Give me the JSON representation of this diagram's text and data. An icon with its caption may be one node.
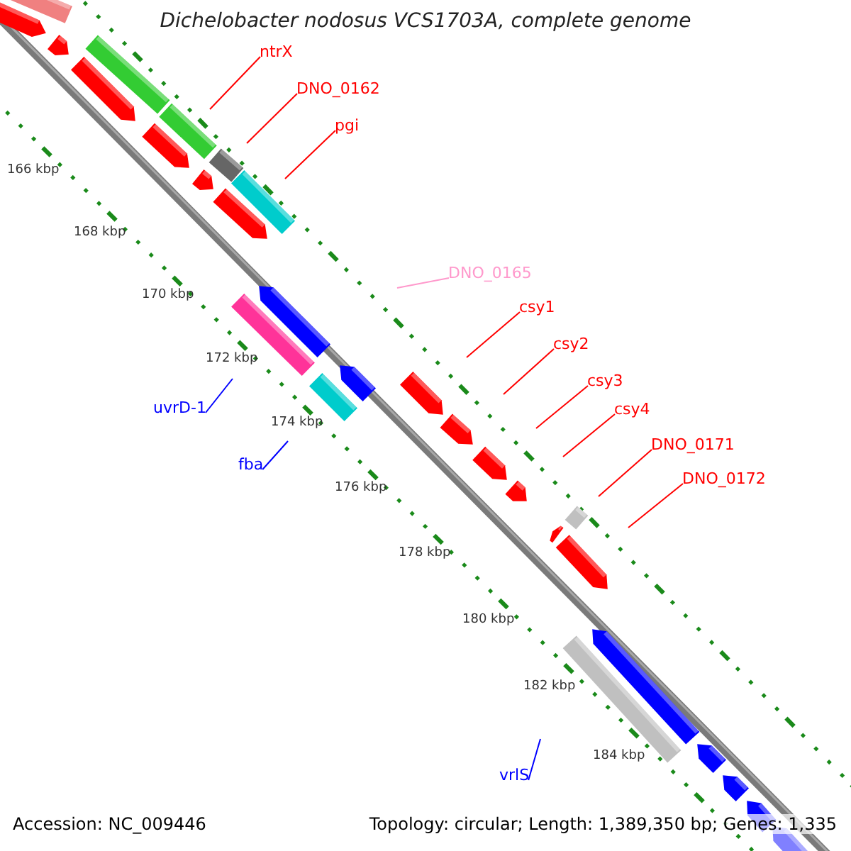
{
  "diagram": {
    "title": "Dichelobacter nodosus VCS1703A, complete genome",
    "nodes": [
      {
        "text": [
          "ntrX"
        ]
      },
      {
        "text": [
          "DNO_0162"
        ]
      },
      {
        "text": [
          "pgi"
        ]
      },
      {
        "text": [
          "DNO_0165"
        ]
      },
      {
        "text": [
          "csy1"
        ]
      },
      {
        "text": [
          "csy2"
        ]
      },
      {
        "text": [
          "csy3"
        ]
      },
      {
        "text": [
          "csy4"
        ]
      },
      {
        "text": [
          "DNO_0171"
        ]
      },
      {
        "text": [
          "DNO_0172"
        ]
      },
      {
        "text": [
          "uvrD-1"
        ]
      },
      {
        "text": [
          "fba"
        ]
      },
      {
        "text": [
          "vrlS"
        ]
      }
    ],
    "edges": [
      {
        "from": 0,
        "to": null,
        "arrow": "none"
      },
      {
        "from": 1,
        "to": null,
        "arrow": "none"
      },
      {
        "from": 2,
        "to": null,
        "arrow": "none"
      },
      {
        "from": 3,
        "to": null,
        "arrow": "none",
        "color": "#ff99cc"
      },
      {
        "from": 4,
        "to": null,
        "arrow": "none"
      },
      {
        "from": 5,
        "to": null,
        "arrow": "none"
      },
      {
        "from": 6,
        "to": null,
        "arrow": "none"
      },
      {
        "from": 7,
        "to": null,
        "arrow": "none"
      },
      {
        "from": 8,
        "to": null,
        "arrow": "none"
      },
      {
        "from": 9,
        "to": null,
        "arrow": "none"
      },
      {
        "from": 10,
        "to": null,
        "arrow": "none",
        "color": "#0000ff"
      },
      {
        "from": 11,
        "to": null,
        "arrow": "none",
        "color": "#0000ff"
      },
      {
        "from": 12,
        "to": null,
        "arrow": "none",
        "color": "#0000ff"
      }
    ],
    "labels": [
      "166 kbp",
      "168 kbp",
      "170 kbp",
      "172 kbp",
      "174 kbp",
      "176 kbp",
      "178 kbp",
      "180 kbp",
      "182 kbp",
      "184 kbp",
      "Accession: NC_009446",
      "Topology: circular; Length: 1,389,350 bp; Genes: 1,335"
    ]
  }
}
